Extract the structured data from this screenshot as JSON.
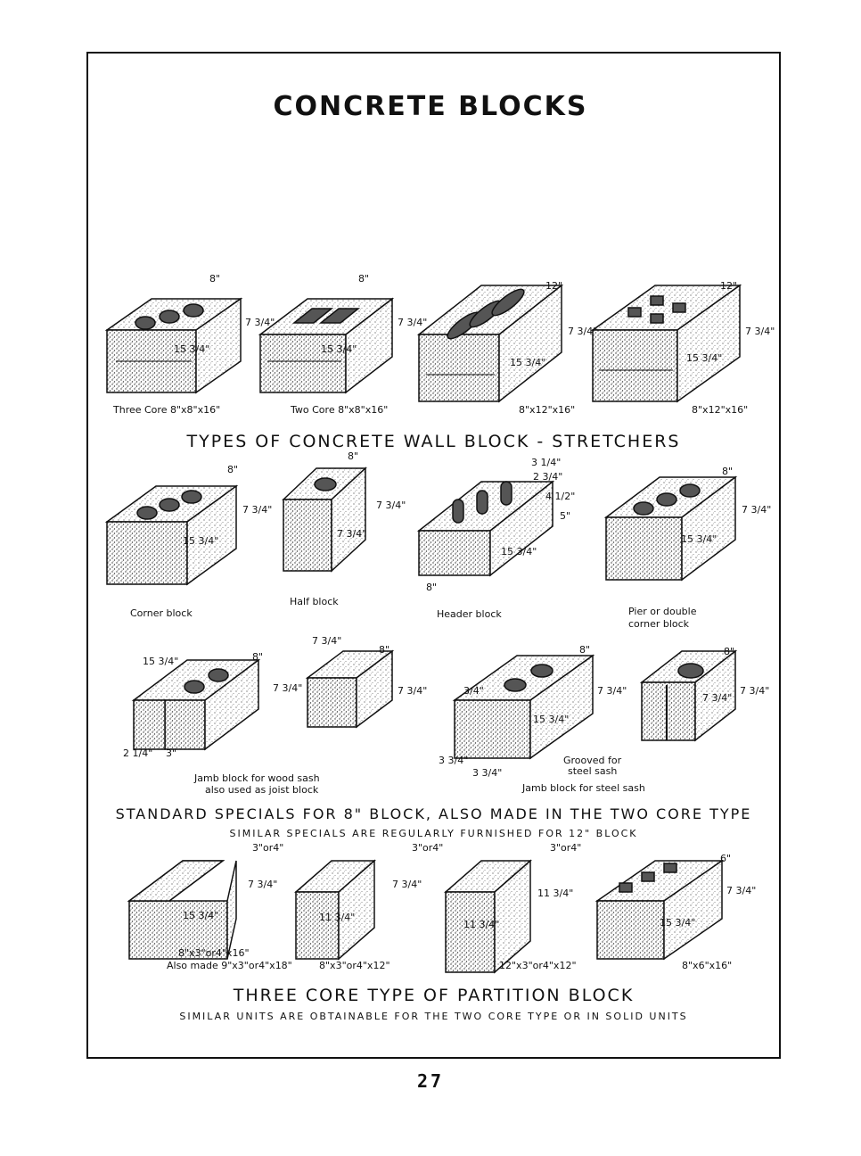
{
  "page": {
    "title": "CONCRETE BLOCKS",
    "page_number": "27"
  },
  "section_stretchers": {
    "heading": "TYPES OF CONCRETE WALL BLOCK - STRETCHERS",
    "blocks": [
      {
        "caption": "Three Core 8\"x8\"x16\"",
        "length": "15 3/4\"",
        "height": "7 3/4\"",
        "width": "8\""
      },
      {
        "caption": "Two Core 8\"x8\"x16\"",
        "length": "15 3/4\"",
        "height": "7 3/4\"",
        "width": "8\""
      },
      {
        "caption": "8\"x12\"x16\"",
        "length": "15 3/4\"",
        "height": "7 3/4\"",
        "width": "12\""
      },
      {
        "caption": "8\"x12\"x16\"",
        "length": "15 3/4\"",
        "height": "7 3/4\"",
        "width": "12\""
      }
    ]
  },
  "section_specials": {
    "heading": "STANDARD SPECIALS FOR 8\" BLOCK, ALSO MADE IN THE TWO CORE TYPE",
    "subheading": "SIMILAR SPECIALS ARE REGULARLY FURNISHED FOR 12\" BLOCK",
    "row1": [
      {
        "caption": "Corner block",
        "length": "15 3/4\"",
        "height": "7 3/4\"",
        "width": "8\""
      },
      {
        "caption": "Half block",
        "length": "7 3/4\"",
        "height": "7 3/4\"",
        "width": "8\""
      },
      {
        "caption": "Header block",
        "length": "15 3/4\"",
        "height": "5\"",
        "width": "8\"",
        "extra": [
          "3 1/4\"",
          "2 3/4\"",
          "4 1/2\""
        ]
      },
      {
        "caption_line1": "Pier or double",
        "caption_line2": "corner block",
        "length": "15 3/4\"",
        "height": "7 3/4\"",
        "width": "8\""
      }
    ],
    "row2": [
      {
        "caption_line1": "Jamb block for wood sash",
        "caption_line2": "also used as joist block",
        "length": "15 3/4\"",
        "height": "7 3/4\"",
        "width": "8\"",
        "extra": [
          "2 1/4\"",
          "3\""
        ]
      },
      {
        "length": "7 3/4\"",
        "height": "7 3/4\"",
        "width": "8\"",
        "extra": [
          "7 3/4\""
        ]
      },
      {
        "caption": "Jamb block for steel sash",
        "note_line1": "Grooved for",
        "note_line2": "steel sash",
        "length": "15 3/4\"",
        "height": "7 3/4\"",
        "width": "8\"",
        "extra": [
          "3 3/4\"",
          "3 3/4\"",
          "3/4\""
        ]
      },
      {
        "length": "7 3/4\"",
        "height": "7 3/4\"",
        "width": "8\""
      }
    ]
  },
  "section_partition": {
    "heading": "THREE CORE TYPE OF PARTITION BLOCK",
    "subheading": "SIMILAR UNITS ARE OBTAINABLE FOR THE TWO CORE TYPE OR IN SOLID UNITS",
    "blocks": [
      {
        "caption_line1": "8\"x3\"or4\"x16\"",
        "caption_line2": "Also made 9\"x3\"or4\"x18\"",
        "thickness": "3\"or4\"",
        "length": "15 3/4\"",
        "height": "7 3/4\""
      },
      {
        "caption": "8\"x3\"or4\"x12\"",
        "thickness": "3\"or4\"",
        "length": "11 3/4\"",
        "height": "7 3/4\""
      },
      {
        "caption": "12\"x3\"or4\"x12\"",
        "thickness": "3\"or4\"",
        "length": "11 3/4\"",
        "height": "11 3/4\""
      },
      {
        "caption": "8\"x6\"x16\"",
        "width": "6\"",
        "length": "15 3/4\"",
        "height": "7 3/4\""
      }
    ]
  }
}
